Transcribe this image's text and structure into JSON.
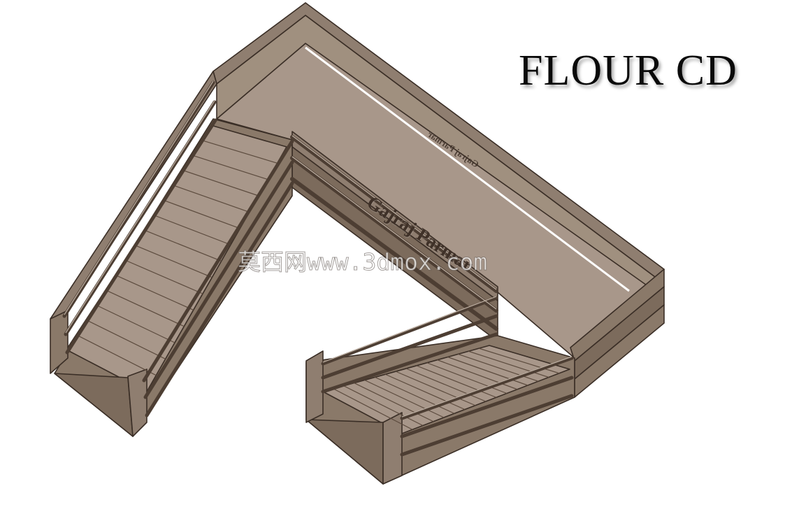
{
  "title": "FLOUR CD",
  "signature": "Gajraj Parmar",
  "watermark": "莫西网www.3dmox.com",
  "colors": {
    "slab": "#9c8b7c",
    "slab_light": "#a8978a",
    "slab_dark": "#6e5d50",
    "edge": "#3a2e26",
    "rail": "#5e4d40",
    "background": "#ffffff"
  }
}
